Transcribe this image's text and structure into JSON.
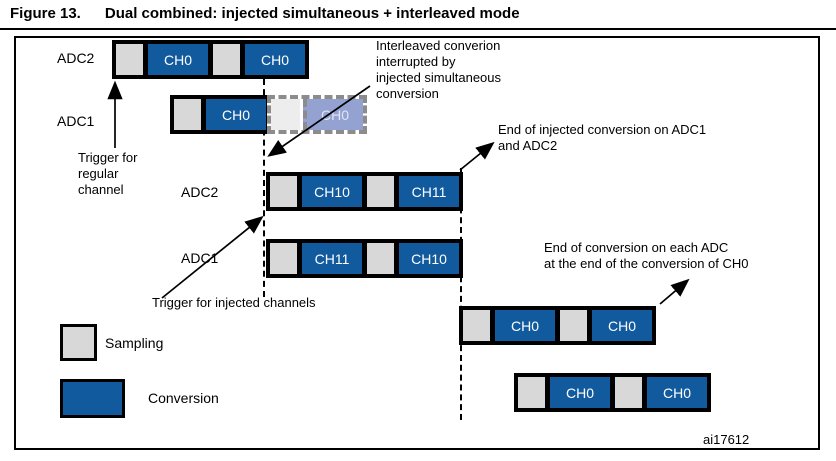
{
  "figure": {
    "label": "Figure 13.",
    "title": "Dual combined: injected simultaneous + interleaved mode",
    "watermark": "ai17612"
  },
  "colors": {
    "conversion": "#115A9E",
    "sampling": "#D8D8D8",
    "aborted_conversion": "#94A2D2",
    "aborted_sampling": "#EDEDED"
  },
  "rows": {
    "adc2_top": "ADC2",
    "adc1_top": "ADC1",
    "adc2_mid": "ADC2",
    "adc1_mid": "ADC1"
  },
  "bars": {
    "adc2_top": [
      {
        "t": "s"
      },
      {
        "t": "c",
        "label": "CH0"
      },
      {
        "t": "s"
      },
      {
        "t": "c",
        "label": "CH0"
      }
    ],
    "adc1_top": [
      {
        "t": "s"
      },
      {
        "t": "c",
        "label": "CH0"
      }
    ],
    "adc1_top_aborted": [
      {
        "t": "sf"
      },
      {
        "t": "cf",
        "label": "CH0"
      }
    ],
    "adc2_mid": [
      {
        "t": "s"
      },
      {
        "t": "c",
        "label": "CH10"
      },
      {
        "t": "s"
      },
      {
        "t": "c",
        "label": "CH11"
      }
    ],
    "adc1_mid": [
      {
        "t": "s"
      },
      {
        "t": "c",
        "label": "CH11"
      },
      {
        "t": "s"
      },
      {
        "t": "c",
        "label": "CH10"
      }
    ],
    "right_upper": [
      {
        "t": "s"
      },
      {
        "t": "c",
        "label": "CH0"
      },
      {
        "t": "s"
      },
      {
        "t": "c",
        "label": "CH0"
      }
    ],
    "right_lower": [
      {
        "t": "s"
      },
      {
        "t": "c",
        "label": "CH0"
      },
      {
        "t": "s"
      },
      {
        "t": "c",
        "label": "CH0"
      }
    ]
  },
  "annotations": {
    "trigger_regular": "Trigger for\nregular\nchannel",
    "interleaved_interrupt": "Interleaved converion\ninterrupted by\ninjected simultaneous\nconversion",
    "end_injected": "End of injected conversion on ADC1\nand ADC2",
    "trigger_injected": "Trigger for injected channels",
    "end_each_adc": "End of conversion on each ADC\nat the end of the conversion of CH0"
  },
  "legend": {
    "sampling": "Sampling",
    "conversion": "Conversion"
  }
}
